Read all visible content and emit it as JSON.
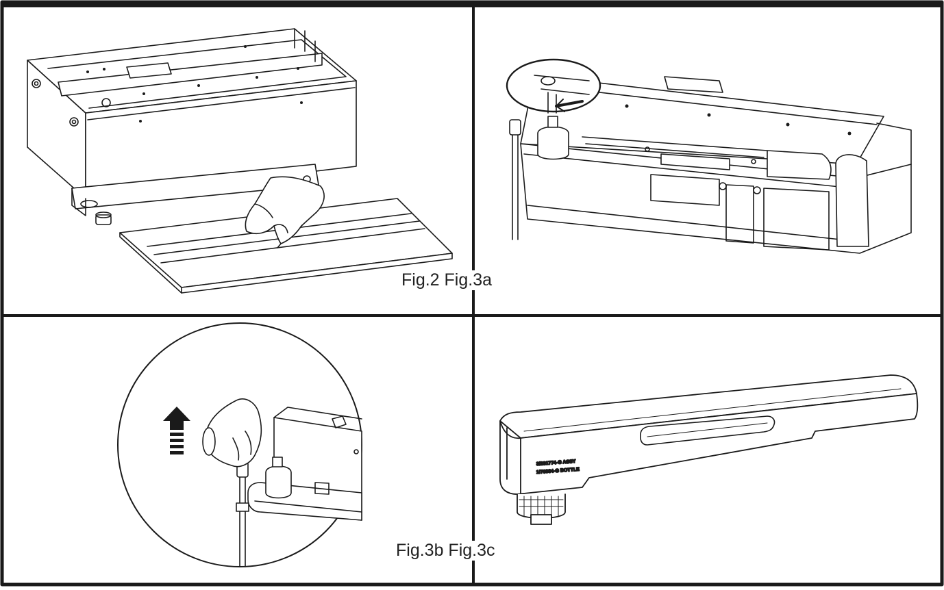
{
  "captions": {
    "top_row": "Fig.2 Fig.3a",
    "bottom_row": "Fig.3b Fig.3c"
  },
  "bottle_label": {
    "line1": "3/231774-G ASSY",
    "line2": "1/76934-G BOTTLE"
  }
}
